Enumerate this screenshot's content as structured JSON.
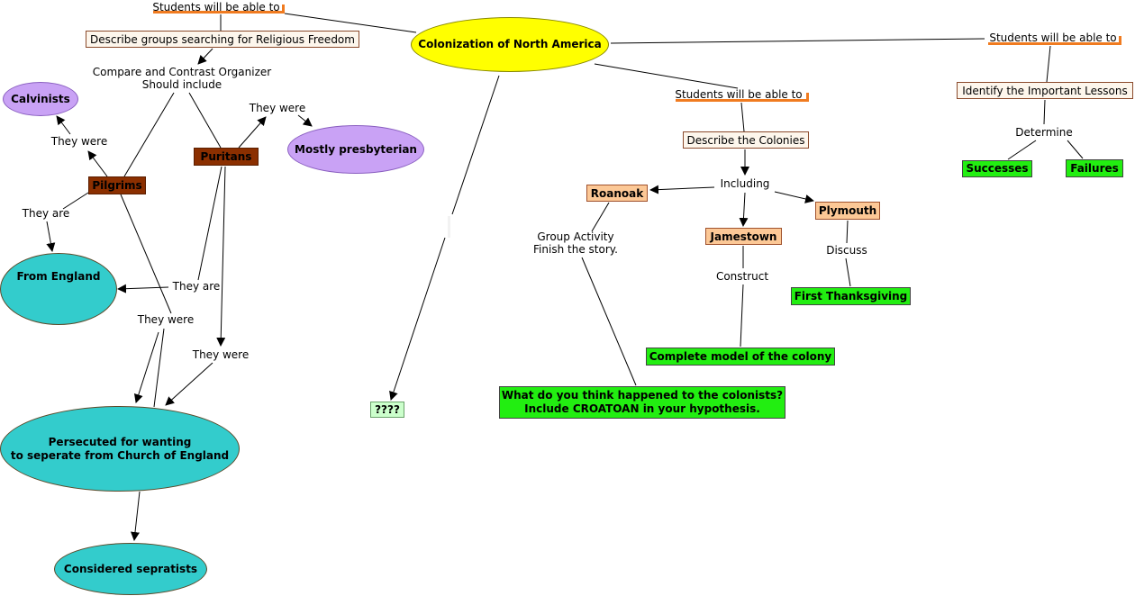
{
  "colors": {
    "root": "#ffff00",
    "violet": "#c9a2f5",
    "teal": "#33cccc",
    "brown": "#8b2f00",
    "peach": "#fcc896",
    "green": "#22ee11",
    "accent_orange": "#f07b20"
  },
  "nodes": {
    "root": "Colonization of North America",
    "swbat_left": "Students will be able to",
    "swbat_mid": "Students will be able to",
    "swbat_right": "Students will be able to",
    "describe_groups": "Describe groups searching for Religious Freedom",
    "compare_organizer": "Compare and Contrast Organizer\nShould include",
    "calvinists": "Calvinists",
    "they_were_calv": "They were",
    "pilgrims": "Pilgrims",
    "puritans": "Puritans",
    "they_were_presb": "They were",
    "presbyterian": "Mostly presbyterian",
    "they_are_pilg": "They are",
    "from_england": "From England",
    "they_are_pur": "They are",
    "they_were_pilg2": "They were",
    "they_were_pur2": "They were",
    "persecuted": "Persecuted for wanting\nto seperate from Church of England",
    "separatists": "Considered sepratists",
    "unknown": "????",
    "describe_colonies": "Describe the Colonies",
    "including": "Including",
    "roanoak": "Roanoak",
    "jamestown": "Jamestown",
    "plymouth": "Plymouth",
    "group_activity": "Group Activity\nFinish the story.",
    "construct": "Construct",
    "discuss": "Discuss",
    "first_thanksgiving": "First Thanksgiving",
    "model_colony": "Complete model of the colony",
    "croatoan": "What do you think happened to the colonists?\nInclude CROATOAN in your hypothesis.",
    "important_lessons": "Identify the Important Lessons",
    "determine": "Determine",
    "successes": "Successes",
    "failures": "Failures"
  }
}
